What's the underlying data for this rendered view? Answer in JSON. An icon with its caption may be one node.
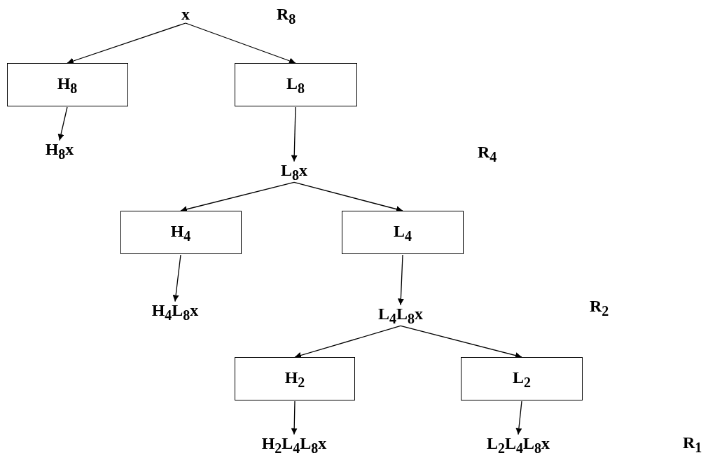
{
  "diagram": {
    "nodes": [
      {
        "text": [
          "x"
        ]
      },
      {
        "text": [
          "H$_{8}$"
        ]
      },
      {
        "text": [
          "L$_{8}$"
        ]
      },
      {
        "text": [
          "H$_{8}$x"
        ]
      },
      {
        "text": [
          "L$_{8}$x"
        ]
      },
      {
        "text": [
          "H$_{4}$"
        ]
      },
      {
        "text": [
          "L$_{4}$"
        ]
      },
      {
        "text": [
          "H$_{4}$L$_{8}$x"
        ]
      },
      {
        "text": [
          "L$_{4}$L$_{8}$x"
        ]
      },
      {
        "text": [
          "H$_{2}$"
        ]
      },
      {
        "text": [
          "L$_{2}$"
        ]
      },
      {
        "text": [
          "H$_{2}$L$_{4}$L$_{8}$x"
        ]
      },
      {
        "text": [
          "L$_{2}$L$_{4}$L$_{8}$x"
        ]
      }
    ],
    "edges": [
      {
        "from": 0,
        "to": 1,
        "arrow": "to"
      },
      {
        "from": 0,
        "to": 2,
        "arrow": "to"
      },
      {
        "from": 1,
        "to": 3,
        "arrow": "to"
      },
      {
        "from": 2,
        "to": 4,
        "arrow": "to"
      },
      {
        "from": 4,
        "to": 5,
        "arrow": "to"
      },
      {
        "from": 4,
        "to": 6,
        "arrow": "to"
      },
      {
        "from": 5,
        "to": 7,
        "arrow": "to"
      },
      {
        "from": 6,
        "to": 8,
        "arrow": "to"
      },
      {
        "from": 8,
        "to": 9,
        "arrow": "to"
      },
      {
        "from": 8,
        "to": 10,
        "arrow": "to"
      },
      {
        "from": 9,
        "to": 11,
        "arrow": "to"
      },
      {
        "from": 10,
        "to": 12,
        "arrow": "to"
      }
    ],
    "labels": [
      "R$_{8}$",
      "R$_{4}$",
      "R$_{2}$",
      "R$_{1}$"
    ]
  }
}
